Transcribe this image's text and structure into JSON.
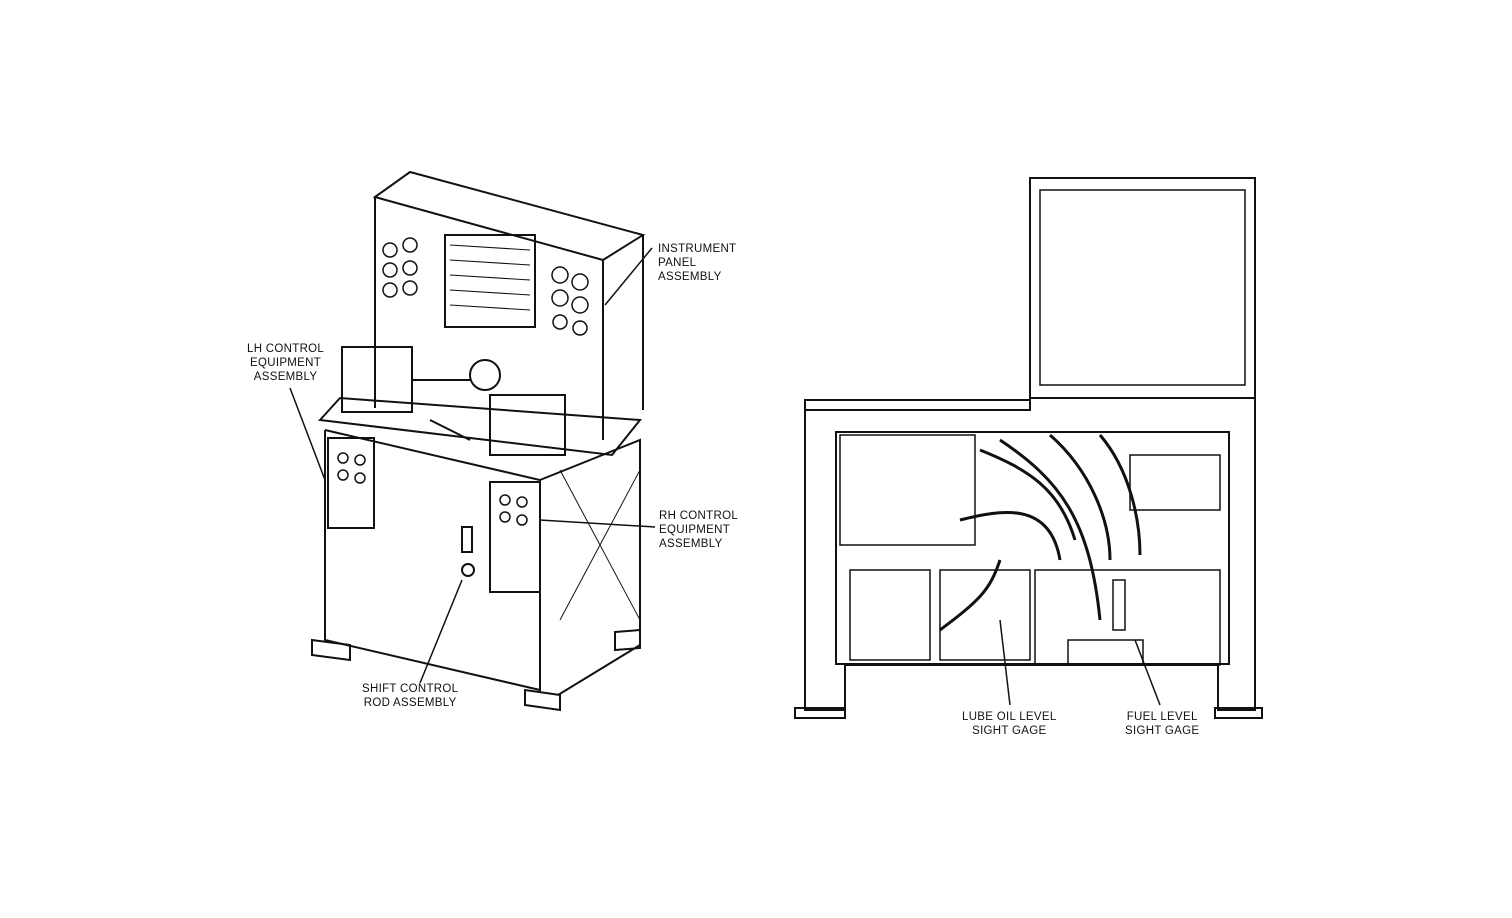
{
  "labels": {
    "instrument_panel": "INSTRUMENT\nPANEL\nASSEMBLY",
    "lh_control": "LH CONTROL\nEQUIPMENT\nASSEMBLY",
    "rh_control": "RH CONTROL\nEQUIPMENT\nASSEMBLY",
    "shift_control": "SHIFT CONTROL\nROD ASSEMBLY",
    "lube_oil": "LUBE OIL LEVEL\nSIGHT GAGE",
    "fuel_level": "FUEL LEVEL\nSIGHT GAGE"
  }
}
